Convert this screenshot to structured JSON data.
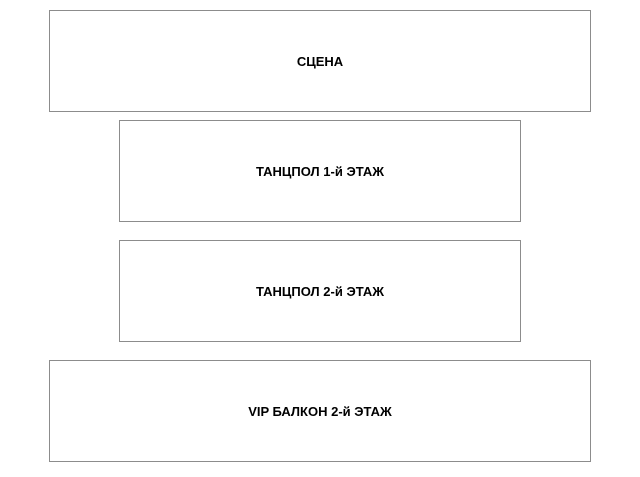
{
  "venue_map": {
    "zones": [
      {
        "id": "stage",
        "label": "СЦЕНА"
      },
      {
        "id": "dance-1",
        "label": "ТАНЦПОЛ 1-й ЭТАЖ"
      },
      {
        "id": "dance-2",
        "label": "ТАНЦПОЛ 2-й ЭТАЖ"
      },
      {
        "id": "vip",
        "label": "VIP БАЛКОН 2-й ЭТАЖ"
      }
    ],
    "colors": {
      "border": "#8c8c8c",
      "background": "#ffffff",
      "text": "#000000"
    }
  }
}
